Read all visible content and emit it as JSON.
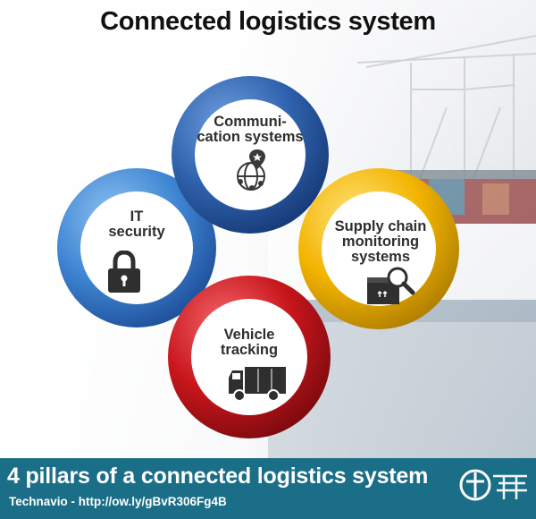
{
  "title": "Connected logistics system",
  "pillars": [
    {
      "id": "communication",
      "line1": "Communi-",
      "line2": "cation systems",
      "line3": "",
      "icon": "globe-location-icon",
      "color": "#2f63ad"
    },
    {
      "id": "it-security",
      "line1": "IT",
      "line2": "security",
      "line3": "",
      "icon": "padlock-icon",
      "color": "#3a7fcf"
    },
    {
      "id": "supply-chain",
      "line1": "Supply chain",
      "line2": "monitoring",
      "line3": "systems",
      "icon": "package-search-icon",
      "color": "#f0b400"
    },
    {
      "id": "vehicle",
      "line1": "Vehicle",
      "line2": "tracking",
      "line3": "",
      "icon": "truck-icon",
      "color": "#c8161c"
    }
  ],
  "footer": {
    "title": "4 pillars of a connected logistics system",
    "source": "Technavio - http://ow.ly/gBvR306Fg4B"
  },
  "colors": {
    "footer_bg": "#1b6e87"
  }
}
